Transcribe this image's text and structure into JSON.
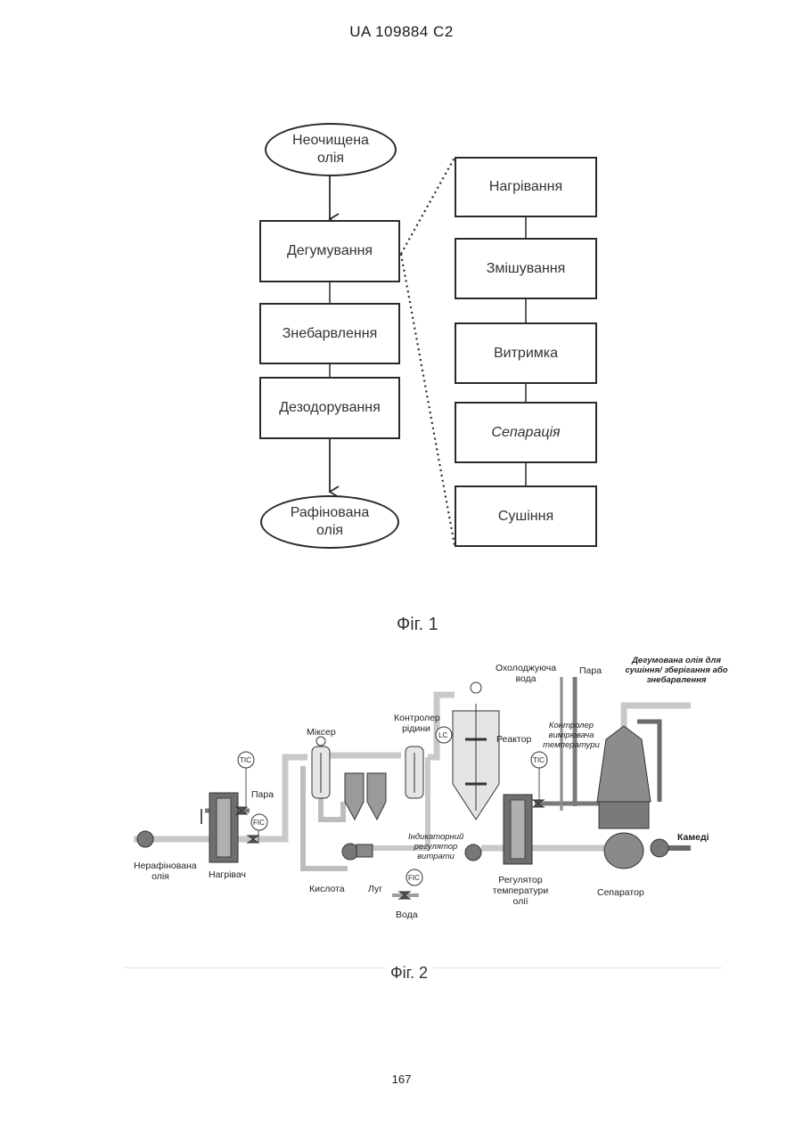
{
  "header": {
    "patent_no": "UA   109884   C2"
  },
  "fig1": {
    "caption": "Фіг. 1",
    "main_flow": {
      "start": "Неочищена олія",
      "step1": "Дегумування",
      "step2": "Знебарвлення",
      "step3": "Дезодорування",
      "end": "Рафінована олія"
    },
    "detail_flow": [
      "Нагрівання",
      "Змішування",
      "Витримка",
      "Сепарація",
      "Сушіння"
    ]
  },
  "fig2": {
    "caption": "Фіг. 2",
    "labels": {
      "unrefined_oil": "Нерафінована олія",
      "heater": "Нагрівач",
      "steam_left": "Пара",
      "mixer": "Міксер",
      "acid": "Кислота",
      "lye": "Луг",
      "water": "Вода",
      "liquid_controller": "Контролер рідини",
      "reactor": "Реактор",
      "flow_indicator": "Індикаторний регулятор витрати",
      "cooling_water": "Охолоджуюча вода",
      "steam_right": "Пара",
      "temp_controller": "Контролер вимірювача температури",
      "oil_temp_regulator": "Регулятор температури олії",
      "separator": "Сепаратор",
      "gums": "Камеді",
      "degummed_oil": "Дегумована олія для сушіння/ зберігання або знебарвлення",
      "tic": "TIC",
      "fic": "FIC",
      "lc": "LC"
    }
  },
  "page_number": "167"
}
